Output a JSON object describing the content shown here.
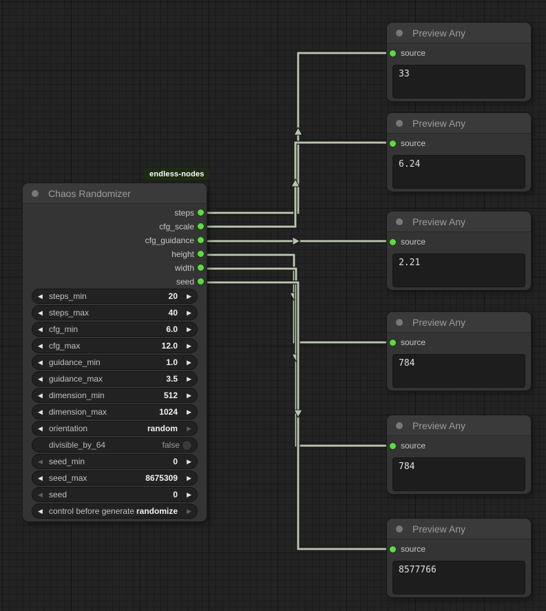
{
  "badge_label": "endless-nodes",
  "colors": {
    "accent_green": "#5fd944",
    "wire": "#b7c5ae",
    "badge_bg": "#1d2b15",
    "node_bg": "#343434",
    "node_header_bg": "#3a3a3a",
    "canvas_bg": "#232323"
  },
  "chaos_node": {
    "title": "Chaos Randomizer",
    "outputs": [
      {
        "label": "steps"
      },
      {
        "label": "cfg_scale"
      },
      {
        "label": "cfg_guidance"
      },
      {
        "label": "height"
      },
      {
        "label": "width"
      },
      {
        "label": "seed"
      }
    ],
    "widgets": [
      {
        "name": "steps_min",
        "value": "20"
      },
      {
        "name": "steps_max",
        "value": "40"
      },
      {
        "name": "cfg_min",
        "value": "6.0"
      },
      {
        "name": "cfg_max",
        "value": "12.0"
      },
      {
        "name": "guidance_min",
        "value": "1.0"
      },
      {
        "name": "guidance_max",
        "value": "3.5"
      },
      {
        "name": "dimension_min",
        "value": "512"
      },
      {
        "name": "dimension_max",
        "value": "1024"
      },
      {
        "name": "orientation",
        "value": "random"
      },
      {
        "name": "divisible_by_64",
        "value": "false"
      },
      {
        "name": "seed_min",
        "value": "0"
      },
      {
        "name": "seed_max",
        "value": "8675309"
      },
      {
        "name": "seed",
        "value": "0"
      },
      {
        "name": "control before generate",
        "value": "randomize"
      }
    ]
  },
  "preview_nodes": [
    {
      "title": "Preview Any",
      "input_label": "source",
      "value": "33"
    },
    {
      "title": "Preview Any",
      "input_label": "source",
      "value": "6.24"
    },
    {
      "title": "Preview Any",
      "input_label": "source",
      "value": "2.21"
    },
    {
      "title": "Preview Any",
      "input_label": "source",
      "value": "784"
    },
    {
      "title": "Preview Any",
      "input_label": "source",
      "value": "784"
    },
    {
      "title": "Preview Any",
      "input_label": "source",
      "value": "8577766"
    }
  ]
}
